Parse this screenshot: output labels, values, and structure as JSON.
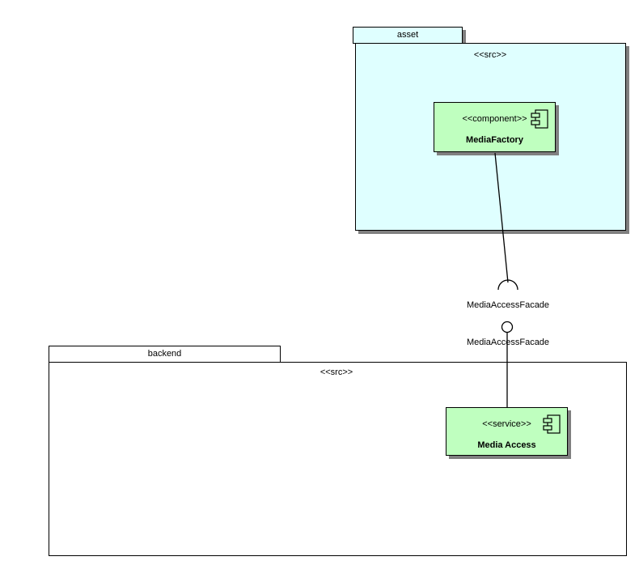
{
  "diagram": {
    "type": "uml-component-diagram",
    "background": "#ffffff",
    "colors": {
      "package_fill_asset": "#dfffff",
      "package_fill_backend": "#ffffff",
      "component_fill": "#bfffbf",
      "border": "#000000",
      "shadow": "#808080"
    }
  },
  "packages": [
    {
      "id": "asset",
      "name": "asset",
      "stereotype": "<<src>>",
      "fill": "#dfffff",
      "has_shadow": true
    },
    {
      "id": "backend",
      "name": "backend",
      "stereotype": "<<src>>",
      "fill": "#ffffff",
      "has_shadow": false
    }
  ],
  "components": [
    {
      "id": "media-factory",
      "stereotype": "<<component>>",
      "name": "MediaFactory",
      "icon": "component-icon",
      "parent_package": "asset"
    },
    {
      "id": "media-access",
      "stereotype": "<<service>>",
      "name": "Media Access",
      "icon": "component-icon",
      "parent_package": "backend"
    }
  ],
  "connectors": [
    {
      "id": "required-interface",
      "kind": "required-interface-socket",
      "label": "MediaAccessFacade",
      "from": "media-factory"
    },
    {
      "id": "provided-interface",
      "kind": "provided-interface-lollipop",
      "label": "MediaAccessFacade",
      "to": "media-access"
    }
  ]
}
